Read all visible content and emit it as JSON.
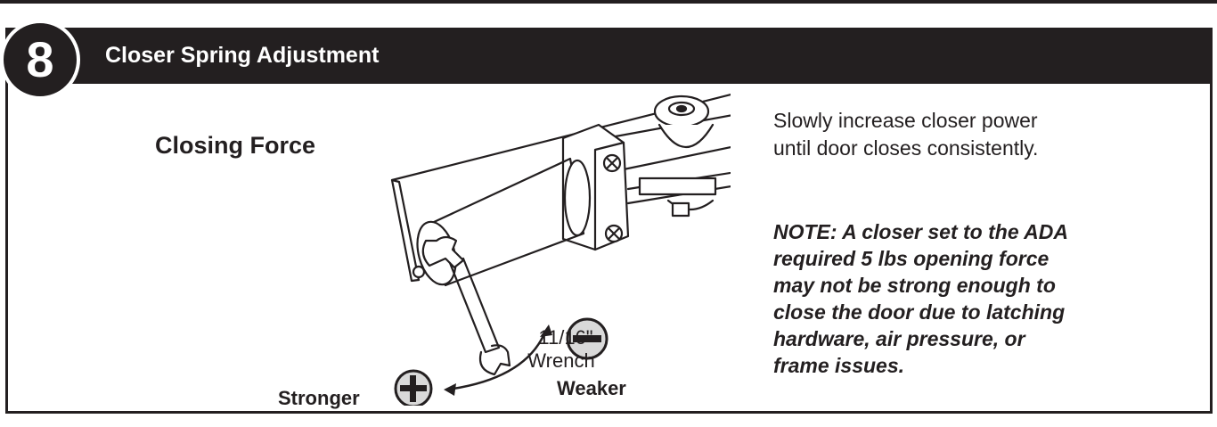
{
  "header": {
    "step_number": "8",
    "title": "Closer Spring Adjustment"
  },
  "illustration": {
    "heading": "Closing Force",
    "wrench_size": "11/16\"",
    "wrench_label": "Wrench",
    "stronger_label": "Stronger",
    "weaker_label": "Weaker",
    "stronger_icon": "plus-circle-icon",
    "weaker_icon": "minus-circle-icon"
  },
  "instruction": {
    "lines": [
      "Slowly increase closer power",
      "until door closes consistently."
    ]
  },
  "note": {
    "lines": [
      "NOTE: A closer set to the ADA",
      "required 5 lbs opening force",
      "may not be strong enough to",
      "close the door due to latching",
      "hardware, air pressure, or",
      "frame issues."
    ]
  },
  "colors": {
    "ink": "#231f20",
    "badge_fill": "#231f20",
    "icon_fill": "#d9d9d9",
    "background": "#ffffff"
  }
}
